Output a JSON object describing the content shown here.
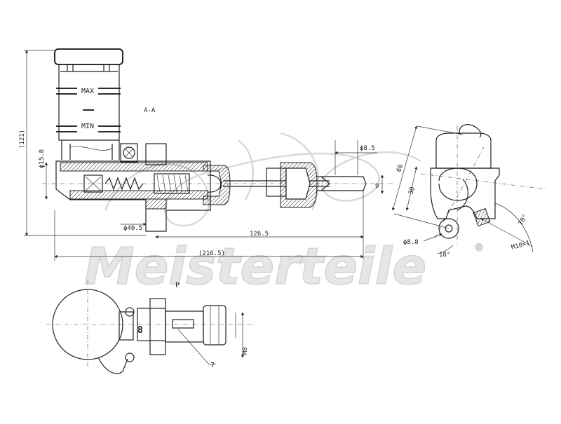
{
  "section_label": "A-A",
  "view_label": "P",
  "reservoir_labels": {
    "max": "MAX",
    "min": "MIN"
  },
  "dimensions": {
    "overall_height": "(121)",
    "bore_dia": "ϕ15.8",
    "flange_dia": "ϕ40.5",
    "pushrod_length": "126.5",
    "overall_length": "(216.5)",
    "pin_dia": "ϕ8.5",
    "fork_width": "9",
    "eye_height": "60",
    "eye_offset": "30",
    "hole_dia": "ϕ8.8",
    "angle_small": "18°",
    "angle_large": "70°",
    "thread": "M10×1",
    "port_thread": "M8",
    "callout_number": "7"
  },
  "watermark": {
    "brand": "Meisterteile",
    "mark": "®"
  }
}
